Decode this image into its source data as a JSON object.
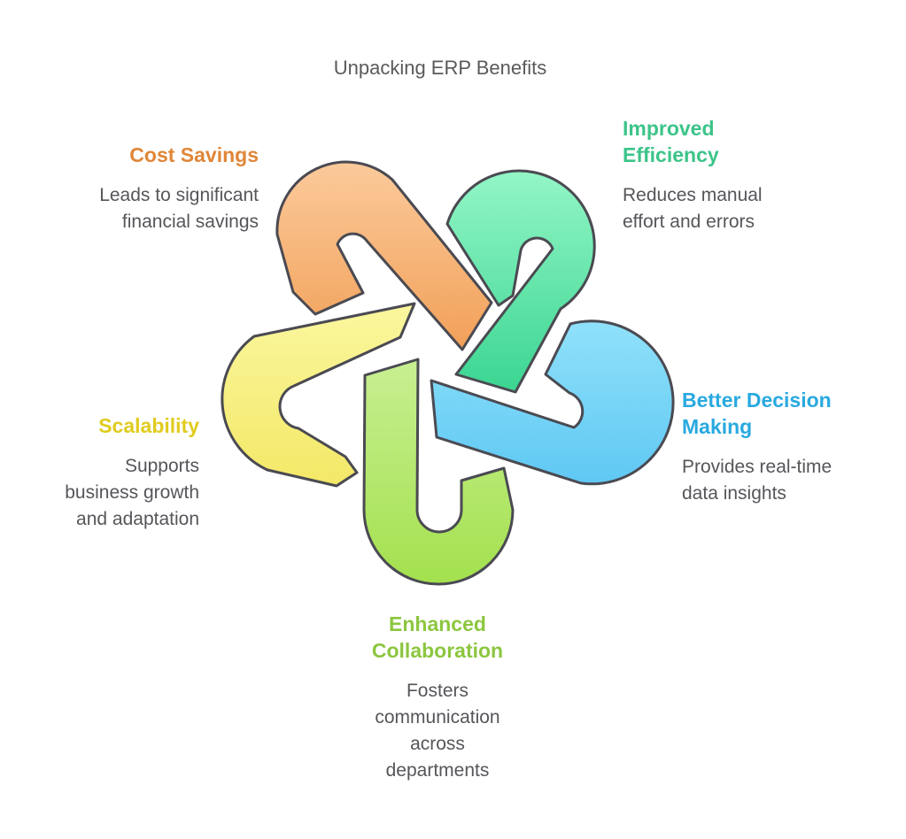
{
  "title": {
    "text": "Unpacking ERP Benefits",
    "color": "#5A5A5C"
  },
  "body_text_color": "#55565A",
  "benefits": [
    {
      "id": "cost-savings",
      "heading": "Cost Savings",
      "description": "Leads to significant financial savings",
      "accent": "#E08638"
    },
    {
      "id": "improved-efficiency",
      "heading": "Improved Efficiency",
      "description": "Reduces manual effort and errors",
      "accent": "#3CC489"
    },
    {
      "id": "better-decision-making",
      "heading": "Better Decision Making",
      "description": "Provides real-time data insights",
      "accent": "#29A9E0"
    },
    {
      "id": "scalability",
      "heading": "Scalability",
      "description": "Supports business growth and adaptation",
      "accent": "#E0CB1F"
    },
    {
      "id": "enhanced-collaboration",
      "heading": "Enhanced Collaboration",
      "description": "Fosters communication across departments",
      "accent": "#8CC63F"
    }
  ],
  "knot": {
    "outline_color": "#4A4A52",
    "loops": [
      {
        "name": "cost-savings-loop",
        "fill_light": "#FBCA9B",
        "fill_dark": "#F2A058"
      },
      {
        "name": "improved-efficiency-loop",
        "fill_light": "#93F6C6",
        "fill_dark": "#3BD591"
      },
      {
        "name": "better-decision-making-loop",
        "fill_light": "#90E1FA",
        "fill_dark": "#5FC8F3"
      },
      {
        "name": "enhanced-collaboration-loop",
        "fill_light": "#C8EF92",
        "fill_dark": "#A3E14E"
      },
      {
        "name": "scalability-loop",
        "fill_light": "#FBF79F",
        "fill_dark": "#F3E867"
      }
    ]
  }
}
